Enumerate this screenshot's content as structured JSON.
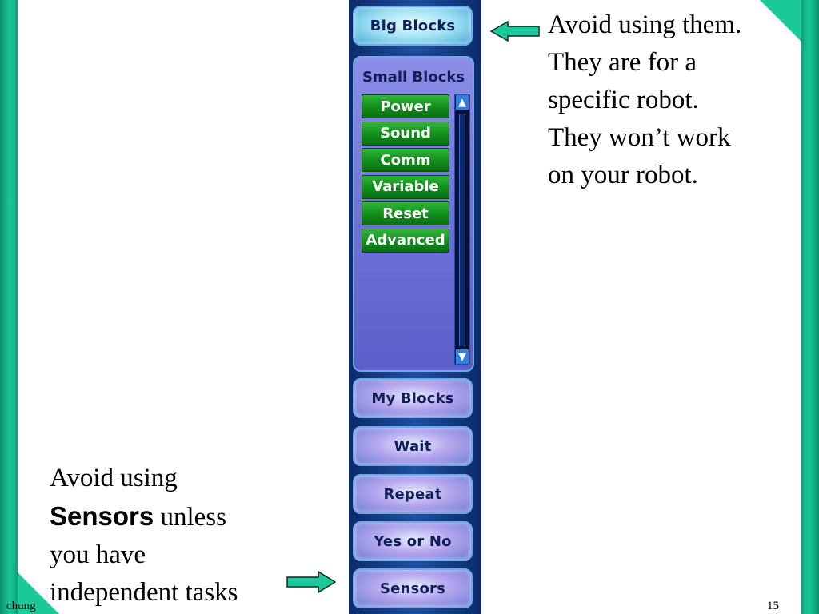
{
  "palette": {
    "big_blocks": "Big Blocks",
    "small_blocks_title": "Small Blocks",
    "small_blocks": [
      "Power",
      "Sound",
      "Comm",
      "Variable",
      "Reset",
      "Advanced"
    ],
    "my_blocks": "My Blocks",
    "wait": "Wait",
    "repeat": "Repeat",
    "yes_or_no": "Yes or No",
    "sensors": "Sensors",
    "scroll_up_icon": "▲",
    "scroll_down_icon": "▼"
  },
  "annotations": {
    "top_lines": [
      "Avoid using them.",
      "They are for a",
      "specific robot.",
      "They won’t work",
      "on your robot."
    ],
    "bottom_line1": "Avoid using",
    "bottom_bold": "Sensors",
    "bottom_after_bold": " unless",
    "bottom_line3": "you have",
    "bottom_line4": "independent tasks"
  },
  "footer": {
    "author": "chung",
    "page_number": "15"
  },
  "colors": {
    "frame": "#19c99a",
    "arrow_fill": "#19c99a",
    "green_button": "#118d1b"
  },
  "icons": {
    "pointer_left": "arrow-left-icon",
    "pointer_right": "arrow-right-icon"
  }
}
